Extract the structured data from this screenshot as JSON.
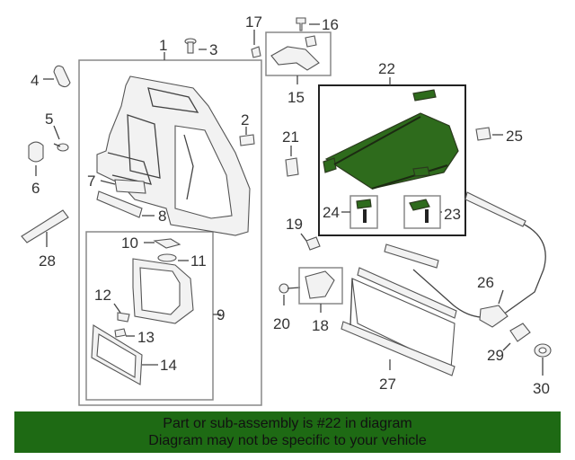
{
  "callouts": {
    "p1": "1",
    "p2": "2",
    "p3": "3",
    "p4": "4",
    "p5": "5",
    "p6": "6",
    "p7": "7",
    "p8": "8",
    "p9": "9",
    "p10": "10",
    "p11": "11",
    "p12": "12",
    "p13": "13",
    "p14": "14",
    "p15": "15",
    "p16": "16",
    "p17": "17",
    "p18": "18",
    "p19": "19",
    "p20": "20",
    "p21": "21",
    "p22": "22",
    "p23": "23",
    "p24": "24",
    "p25": "25",
    "p26": "26",
    "p27": "27",
    "p28": "28",
    "p29": "29",
    "p30": "30"
  },
  "highlight": {
    "part": "22",
    "color": "#2e6b1c"
  },
  "banner": {
    "line1": "Part or sub-assembly is #22 in diagram",
    "line2": "Diagram may not be specific to your vehicle",
    "color": "#1e6a14"
  }
}
